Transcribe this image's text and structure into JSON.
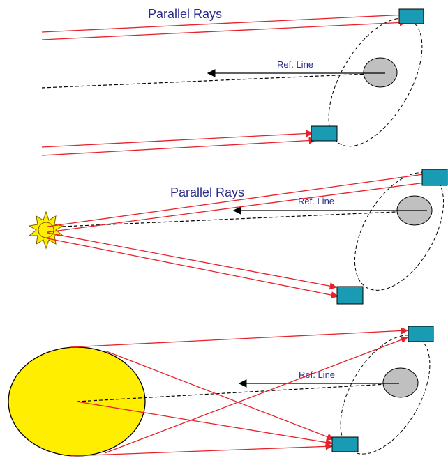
{
  "panels": {
    "top": {
      "rays_label": "Parallel Rays",
      "ref_label": "Ref. Line"
    },
    "middle": {
      "rays_label": "Parallel Rays",
      "ref_label": "Ref. Line"
    },
    "bottom": {
      "ref_label": "Ref. Line"
    }
  },
  "colors": {
    "ray": "#e8202a",
    "satellite": "#1a9bb4",
    "planet": "#c0c0c0",
    "sun": "#ffee00",
    "label": "#2b2b8a"
  },
  "icons": [
    "sun-icon",
    "satellite-icon",
    "planet-icon"
  ]
}
